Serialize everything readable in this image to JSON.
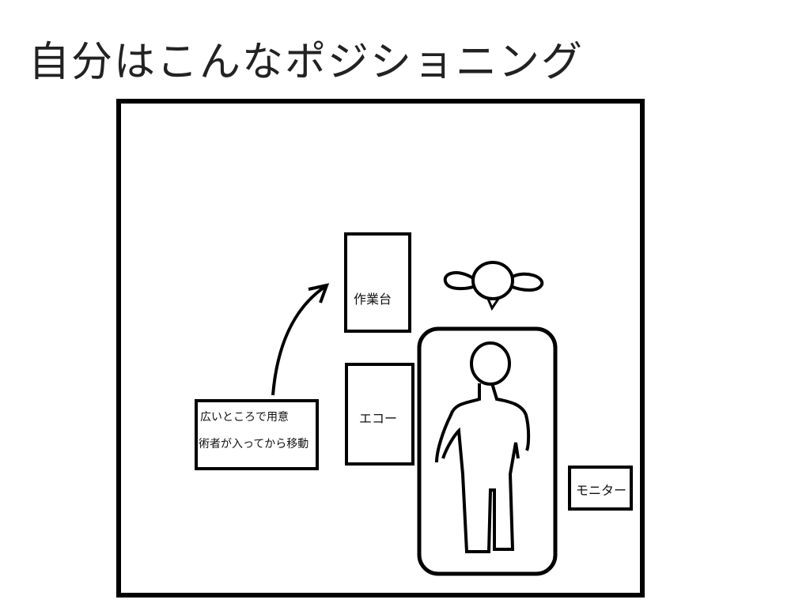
{
  "slide": {
    "title": "自分はこんなポジショニング"
  },
  "diagram": {
    "workbench_label": "作業台",
    "echo_label": "エコー",
    "monitor_label": "モニター",
    "note_line1": "広いところで用意",
    "note_line2": "術者が入ってから移動"
  }
}
